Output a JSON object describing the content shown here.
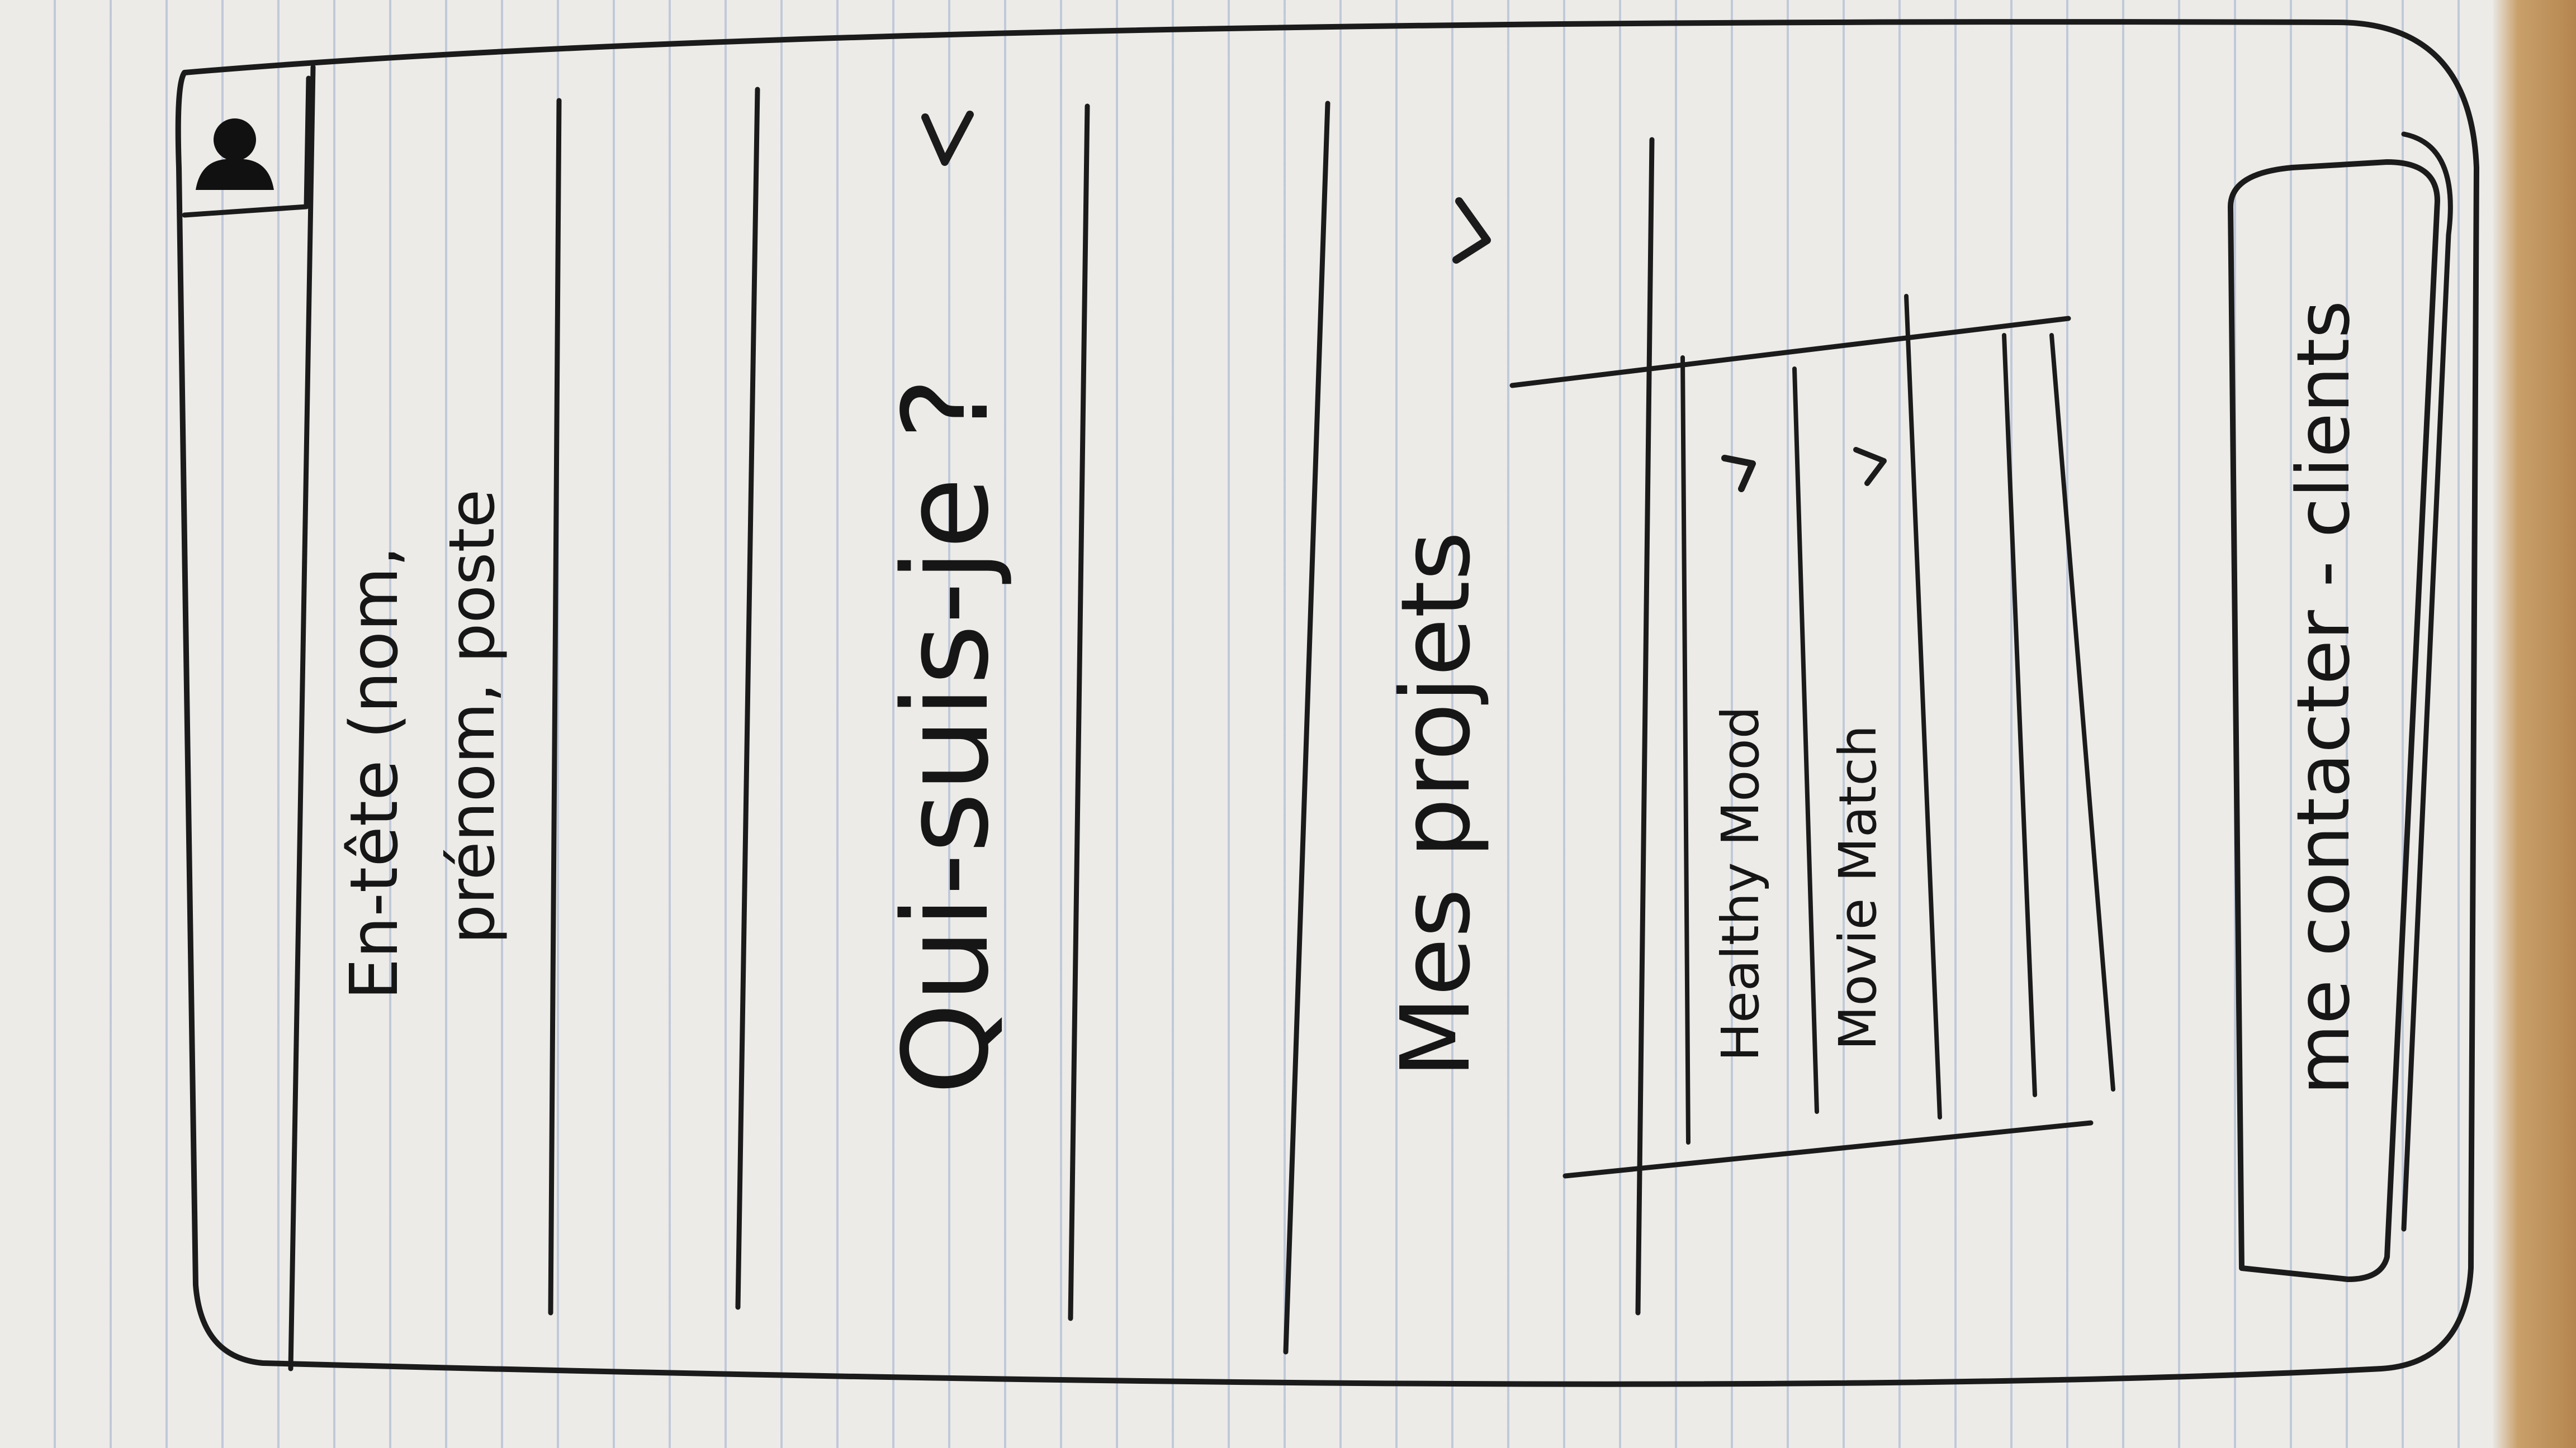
{
  "header": {
    "line1": "En-tête (nom,",
    "line2": "prénom, poste"
  },
  "about": {
    "title": "Qui-suis-je ?"
  },
  "projects": {
    "title": "Mes projets",
    "items": [
      {
        "label": "Healthy Mood"
      },
      {
        "label": "Movie Match"
      }
    ]
  },
  "contact": {
    "label": "me contacter - clients"
  },
  "icons": {
    "avatar": "user-avatar-icon",
    "about_chevron": "chevron-down-icon",
    "projects_chevron": "chevron-down-icon",
    "item_arrow": "chevron-right-icon"
  }
}
